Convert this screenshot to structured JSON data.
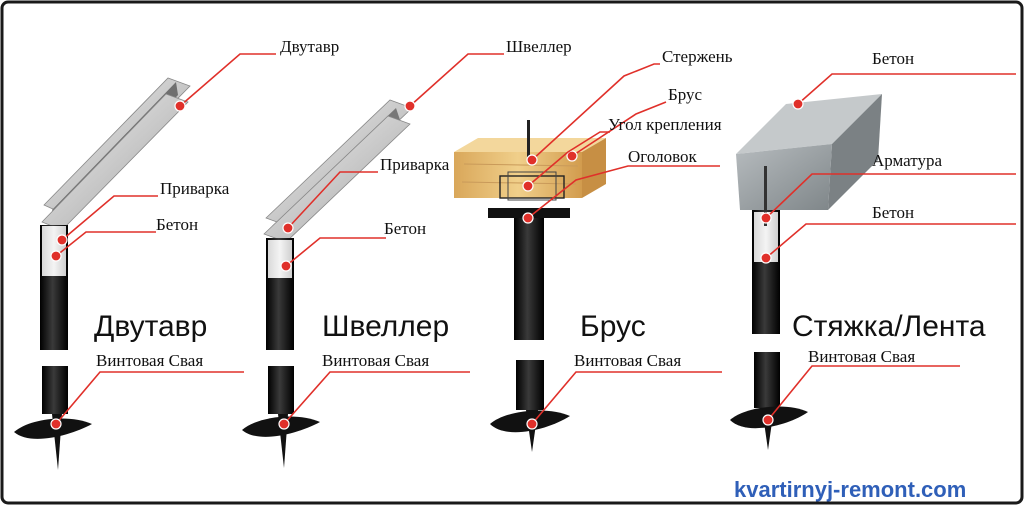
{
  "columns": [
    {
      "title": "Двутавр",
      "labels": {
        "top": "Двутавр",
        "weld": "Приварка",
        "concrete": "Бетон",
        "pile": "Винтовая Свая"
      }
    },
    {
      "title": "Швеллер",
      "labels": {
        "top": "Швеллер",
        "weld": "Приварка",
        "concrete": "Бетон",
        "pile": "Винтовая Свая"
      }
    },
    {
      "title": "Брус",
      "labels": {
        "rod": "Стержень",
        "beam": "Брус",
        "corner": "Угол крепления",
        "cap": "Оголовок",
        "pile": "Винтовая Свая"
      }
    },
    {
      "title": "Стяжка/Лента",
      "labels": {
        "top": "Бетон",
        "rebar": "Арматура",
        "concrete": "Бетон",
        "pile": "Винтовая Свая"
      }
    }
  ],
  "watermark": "kvartirnyj-remont.com",
  "colors": {
    "leader": "#e0302a",
    "watermark": "#2f5fb8",
    "pipe": "#111111",
    "wood": "#e7bf74",
    "concrete_block": "#9aa0a3"
  }
}
